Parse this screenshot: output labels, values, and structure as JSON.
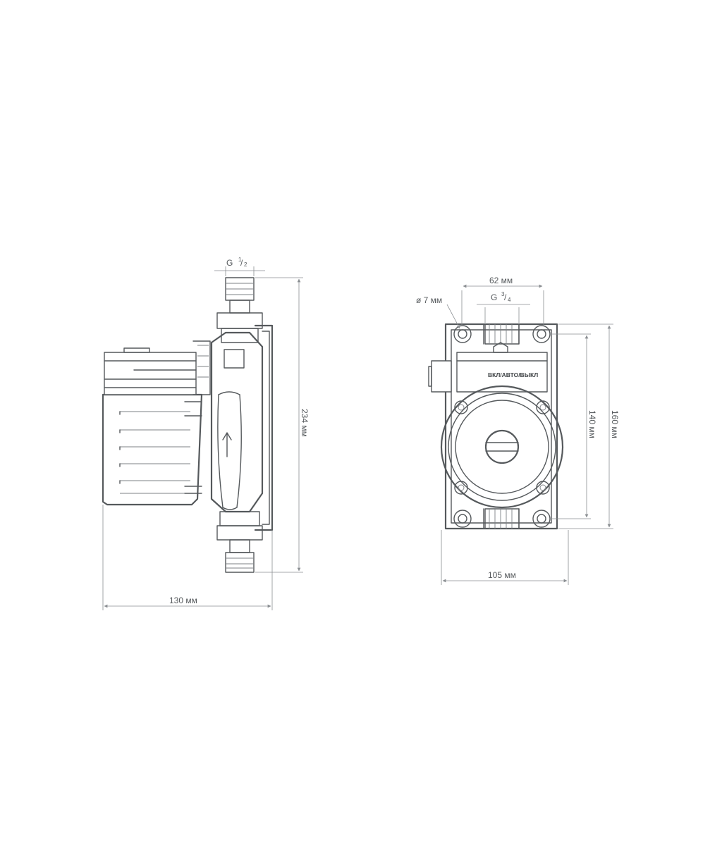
{
  "side_view": {
    "thread_main": "G",
    "thread_sup": "1",
    "thread_sub": "2",
    "dim_width": "130 мм",
    "dim_height": "234 мм"
  },
  "front_view": {
    "dim_port_spacing": "62 мм",
    "thread_main": "G",
    "thread_sup": "3",
    "thread_sub": "4",
    "dim_hole": "ø 7 мм",
    "switch_label": "ВКЛ/АВТО/ВЫКЛ",
    "dim_mount_height": "140 мм",
    "dim_height": "160 мм",
    "dim_width": "105 мм"
  }
}
